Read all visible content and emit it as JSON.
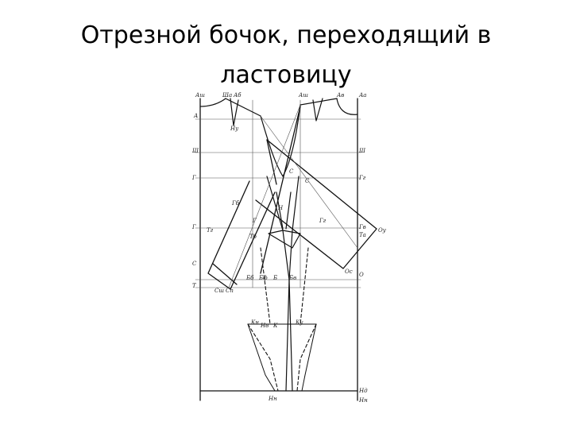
{
  "slide": {
    "title": "Отрезной бочок, переходящий в ластовицу"
  },
  "colors": {
    "ink": "#111111",
    "background": "#ffffff"
  },
  "drawing": {
    "labels": [
      "Аш",
      "Ша",
      "Аб",
      "Аш",
      "Ав",
      "Аа",
      "А",
      "Ну",
      "Ш",
      "Ш",
      "Г",
      "Гг",
      "Гб",
      "Г",
      "Г",
      "Гг",
      "Гв",
      "С",
      "С",
      "С",
      "Сп",
      "Сш",
      "Н",
      "Нв",
      "Нн",
      "Бб",
      "Бф",
      "Б",
      "Бв",
      "К",
      "Кн",
      "Ку",
      "О",
      "Оу",
      "Ос",
      "Т",
      "Тг",
      "Тб",
      "Та",
      "Нд",
      "Нн"
    ]
  }
}
